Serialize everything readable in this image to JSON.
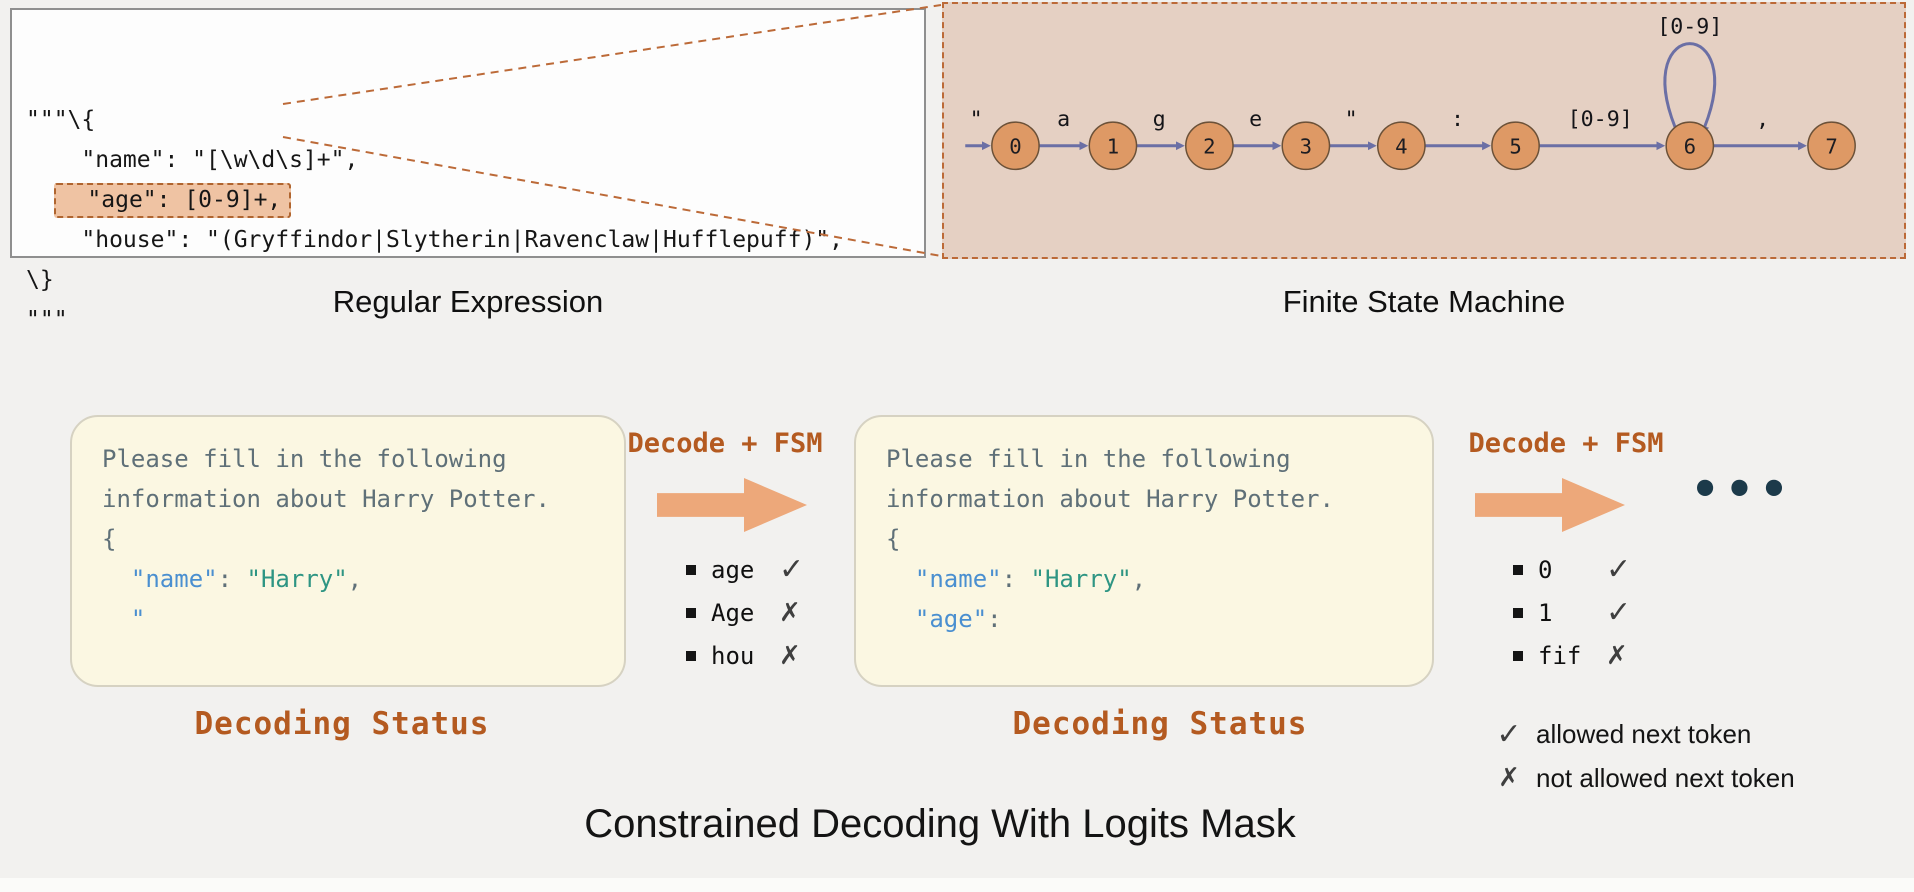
{
  "title": "Constrained Decoding With Logits Mask",
  "regex_panel": {
    "caption": "Regular Expression",
    "lines": [
      [
        {
          "t": "\"\"\"\\{"
        }
      ],
      [
        {
          "t": "    \"name\": \"[\\w\\d\\s]+\","
        }
      ],
      [
        {
          "t": "  "
        },
        {
          "t": "  \"age\": [0-9]+,",
          "hl": true
        }
      ],
      [
        {
          "t": "    \"house\": \"(Gryffindor|Slytherin|Ravenclaw|Hufflepuff)\","
        }
      ],
      [
        {
          "t": "\\}"
        }
      ],
      [
        {
          "t": "\"\"\""
        }
      ]
    ]
  },
  "fsm": {
    "caption": "Finite State Machine",
    "states": [
      "0",
      "1",
      "2",
      "3",
      "4",
      "5",
      "6",
      "7"
    ],
    "edge_labels": [
      "\"",
      "a",
      "g",
      "e",
      "\"",
      ":",
      "[0-9]",
      ","
    ],
    "self_loop_label": "[0-9]"
  },
  "step1": {
    "arrow_label": "Decode + FSM",
    "caption": "Decoding Status",
    "prompt": [
      [
        {
          "t": "Please fill in the following",
          "c": "gray"
        }
      ],
      [
        {
          "t": "information about Harry Potter.",
          "c": "gray"
        }
      ],
      [
        {
          "t": "{",
          "c": "gray"
        }
      ],
      [
        {
          "t": "  ",
          "c": "gray"
        },
        {
          "t": "\"name\"",
          "c": "blue"
        },
        {
          "t": ": ",
          "c": "gray"
        },
        {
          "t": "\"Harry\"",
          "c": "green"
        },
        {
          "t": ",",
          "c": "gray"
        }
      ],
      [
        {
          "t": "  ",
          "c": "gray"
        },
        {
          "t": "\"",
          "c": "blue"
        }
      ]
    ],
    "tokens": [
      {
        "text": "age",
        "allowed": true
      },
      {
        "text": "Age",
        "allowed": false
      },
      {
        "text": "hou",
        "allowed": false
      }
    ]
  },
  "step2": {
    "arrow_label": "Decode + FSM",
    "caption": "Decoding Status",
    "ellipsis": "•••",
    "prompt": [
      [
        {
          "t": "Please fill in the following",
          "c": "gray"
        }
      ],
      [
        {
          "t": "information about Harry Potter.",
          "c": "gray"
        }
      ],
      [
        {
          "t": "{",
          "c": "gray"
        }
      ],
      [
        {
          "t": "  ",
          "c": "gray"
        },
        {
          "t": "\"name\"",
          "c": "blue"
        },
        {
          "t": ": ",
          "c": "gray"
        },
        {
          "t": "\"Harry\"",
          "c": "green"
        },
        {
          "t": ",",
          "c": "gray"
        }
      ],
      [
        {
          "t": "  ",
          "c": "gray"
        },
        {
          "t": "\"age\"",
          "c": "blue"
        },
        {
          "t": ":",
          "c": "gray"
        }
      ]
    ],
    "tokens": [
      {
        "text": "0",
        "allowed": true
      },
      {
        "text": "1",
        "allowed": true
      },
      {
        "text": "fif",
        "allowed": false
      }
    ]
  },
  "symbols": {
    "allowed": "✓",
    "not_allowed": "✗"
  },
  "legend": [
    {
      "symbol": "✓",
      "label": "allowed next token"
    },
    {
      "symbol": "✗",
      "label": "not allowed next token"
    }
  ],
  "colors": {
    "background": "#f2f1ef",
    "accent_orange": "#b45a20",
    "fsm_bg": "#e5d0c3",
    "fsm_state_fill": "#de9965",
    "fsm_edge_stroke": "#6b6fa5",
    "dashed_border": "#bc6a38",
    "arrow_fill": "#eda87a",
    "prompt_bg": "#fbf7e2",
    "key_blue": "#4a8fd0",
    "value_green": "#2e9583",
    "prompt_gray": "#5f7078"
  }
}
